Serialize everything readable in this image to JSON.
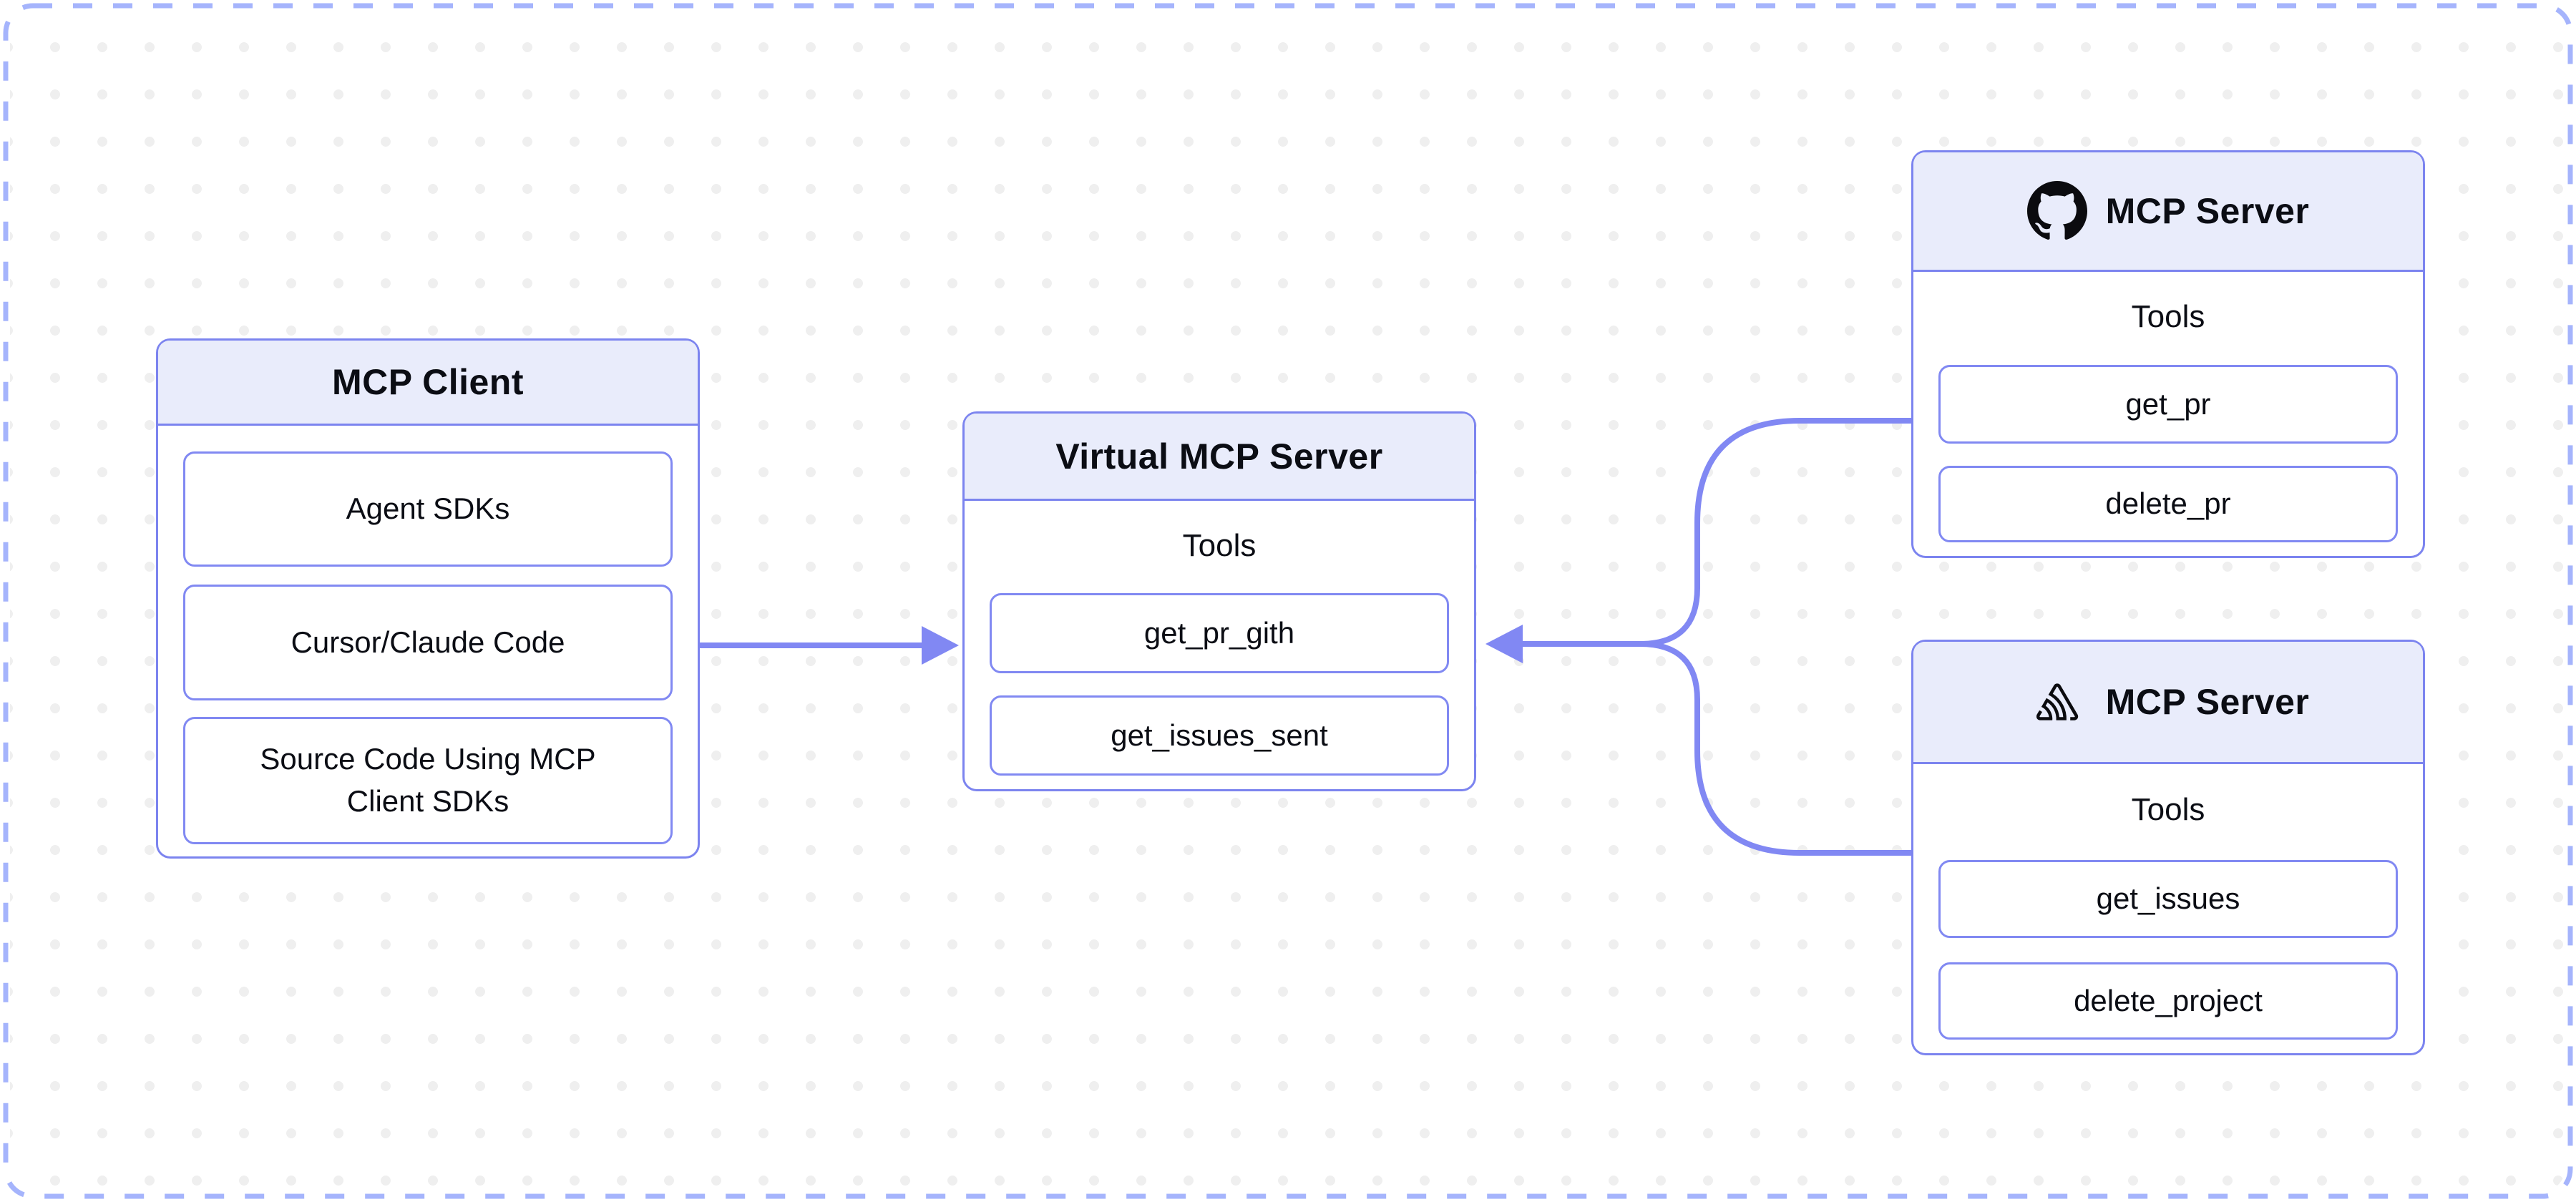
{
  "canvas": {
    "frame_color": "#A5B4FC",
    "box_border_color": "#7C84EF",
    "header_fill_color": "#E9ECFB",
    "connector_color": "#8188F3",
    "dot_color": "#EFEFEF",
    "text_color": "#0B0D14"
  },
  "client_box": {
    "title": "MCP Client",
    "items": [
      "Agent SDKs",
      "Cursor/Claude Code",
      "Source Code Using MCP Client SDKs"
    ]
  },
  "virtual_box": {
    "title": "Virtual MCP Server",
    "section_label": "Tools",
    "tools": [
      "get_pr_gith",
      "get_issues_sent"
    ]
  },
  "github_server_box": {
    "title": "MCP Server",
    "icon": "github-icon",
    "section_label": "Tools",
    "tools": [
      "get_pr",
      "delete_pr"
    ]
  },
  "sentry_server_box": {
    "title": "MCP Server",
    "icon": "sentry-icon",
    "section_label": "Tools",
    "tools": [
      "get_issues",
      "delete_project"
    ]
  }
}
